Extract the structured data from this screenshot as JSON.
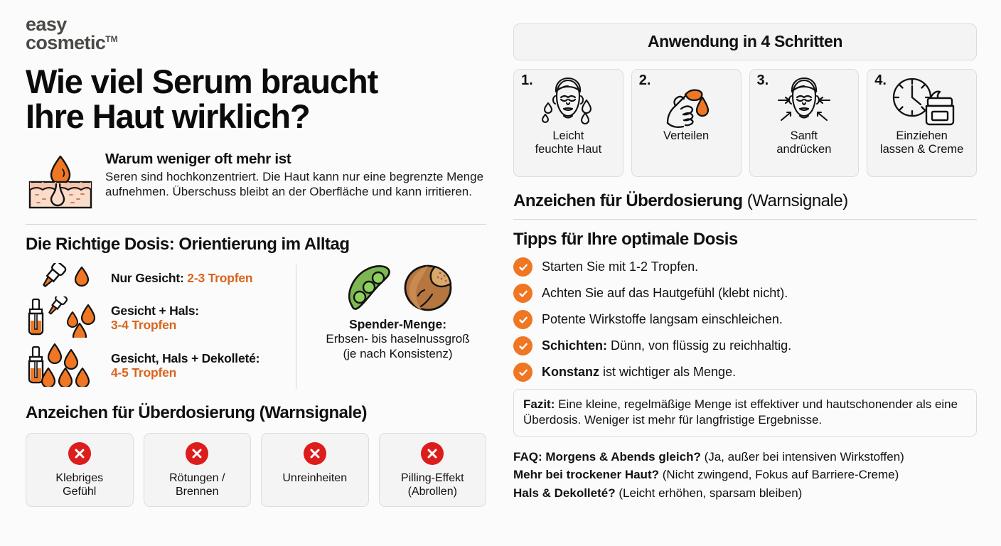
{
  "brand": {
    "line1": "easy",
    "line2": "cosmetic",
    "tm": "TM"
  },
  "headline": {
    "line1": "Wie viel Serum braucht",
    "line2": "Ihre Haut wirklich?"
  },
  "why": {
    "title": "Warum weniger oft mehr ist",
    "body": "Seren sind hochkonzentriert. Die Haut kann nur eine begrenzte Menge aufnehmen. Überschuss bleibt an der Oberfläche und kann irritieren.",
    "icon": "skin-cross-section-droplet-icon"
  },
  "dose": {
    "heading": "Die Richtige Dosis: Orientierung im Alltag",
    "rows": [
      {
        "label": "Nur Gesicht: ",
        "amount": "2-3 Tropfen",
        "inline": true,
        "drops": 1,
        "bottle": "pipette"
      },
      {
        "label": "Gesicht + Hals:",
        "amount": "3-4 Tropfen",
        "inline": false,
        "drops": 3,
        "bottle": "bottle-small"
      },
      {
        "label": "Gesicht, Hals + Dekolleté:",
        "amount": "4-5 Tropfen",
        "inline": false,
        "drops": 5,
        "bottle": "bottle-large"
      }
    ],
    "spender": {
      "title": "Spender-Menge:",
      "line2": "Erbsen- bis haselnussgroß",
      "line3": "(je nach Konsistenz)",
      "icons": [
        "pea-pod-icon",
        "hazelnut-icon"
      ]
    }
  },
  "warnings_left": {
    "heading": "Anzeichen für Überdosierung (Warnsignale)",
    "cards": [
      {
        "line1": "Klebriges",
        "line2": "Gefühl",
        "icon": "x-circle-icon"
      },
      {
        "line1": "Rötungen /",
        "line2": "Brennen",
        "icon": "x-circle-icon"
      },
      {
        "line1": "Unreinheiten",
        "line2": "",
        "icon": "x-circle-icon"
      },
      {
        "line1": "Pilling-Effekt",
        "line2": "(Abrollen)",
        "icon": "x-circle-icon"
      }
    ]
  },
  "steps_banner": "Anwendung in 4 Schritten",
  "steps": [
    {
      "num": "1.",
      "line1": "Leicht",
      "line2": "feuchte Haut",
      "icon": "face-with-water-drops-icon"
    },
    {
      "num": "2.",
      "line1": "Verteilen",
      "line2": "",
      "icon": "hand-with-serum-drop-icon"
    },
    {
      "num": "3.",
      "line1": "Sanft",
      "line2": "andrücken",
      "icon": "face-with-press-arrows-icon"
    },
    {
      "num": "4.",
      "line1": "Einziehen",
      "line2": "lassen & Creme",
      "icon": "clock-and-cream-jar-icon"
    }
  ],
  "warnings_right": {
    "bold": "Anzeichen für Überdosierung",
    "regular": " (Warnsignale)"
  },
  "tips": {
    "heading": "Tipps für Ihre optimale Dosis",
    "items": [
      {
        "bold": "",
        "text": "Starten Sie mit 1-2 Tropfen."
      },
      {
        "bold": "",
        "text": "Achten Sie auf das Hautgefühl (klebt nicht)."
      },
      {
        "bold": "",
        "text": "Potente Wirkstoffe langsam einschleichen."
      },
      {
        "bold": "Schichten:",
        "text": " Dünn, von flüssig zu reichhaltig."
      },
      {
        "bold": "Konstanz",
        "text": " ist wichtiger als Menge."
      }
    ]
  },
  "fazit": {
    "label": "Fazit:",
    "text": " Eine kleine, regelmäßige Menge ist effektiver und hautschonender als eine Überdosis. Weniger ist mehr für langfristige Ergebnisse."
  },
  "faq": [
    {
      "q": "FAQ: Morgens & Abends gleich?",
      "a": " (Ja, außer bei intensiven Wirkstoffen)"
    },
    {
      "q": "Mehr bei trockener Haut?",
      "a": " (Nicht zwingend, Fokus auf Barriere-Creme)"
    },
    {
      "q": "Hals & Dekolleté?",
      "a": " (Leicht erhöhen, sparsam bleiben)"
    }
  ],
  "colors": {
    "accent_orange": "#d9641e",
    "check_orange": "#ef7622",
    "warning_red": "#dd1c1c",
    "card_bg": "#f4f4f4",
    "card_border": "#dcdcdc",
    "page_bg": "#fbfbfb",
    "logo_gray": "#4a4a47"
  }
}
